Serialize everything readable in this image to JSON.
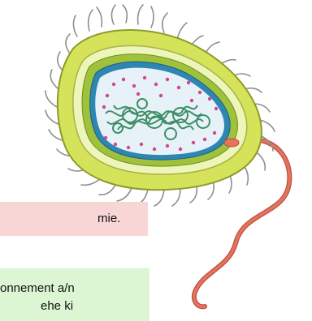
{
  "pink_note": {
    "text": "mie."
  },
  "green_note": {
    "line1": "onnement a/n",
    "line2": "ehe ki"
  },
  "colors": {
    "capsule": "#d4e35a",
    "capsule_outline": "#8f9a2a",
    "cell_wall": "#eef5b8",
    "membrane": "#2e86b3",
    "cytoplasm": "#e6f2f7",
    "nucleoid": "#3e8f67",
    "ribosomes": "#d4458f",
    "flagellum": "#e5735e",
    "pili": "#9a9a9a",
    "note_pink": "#f9d6d6",
    "note_green": "#dcf6d4"
  }
}
